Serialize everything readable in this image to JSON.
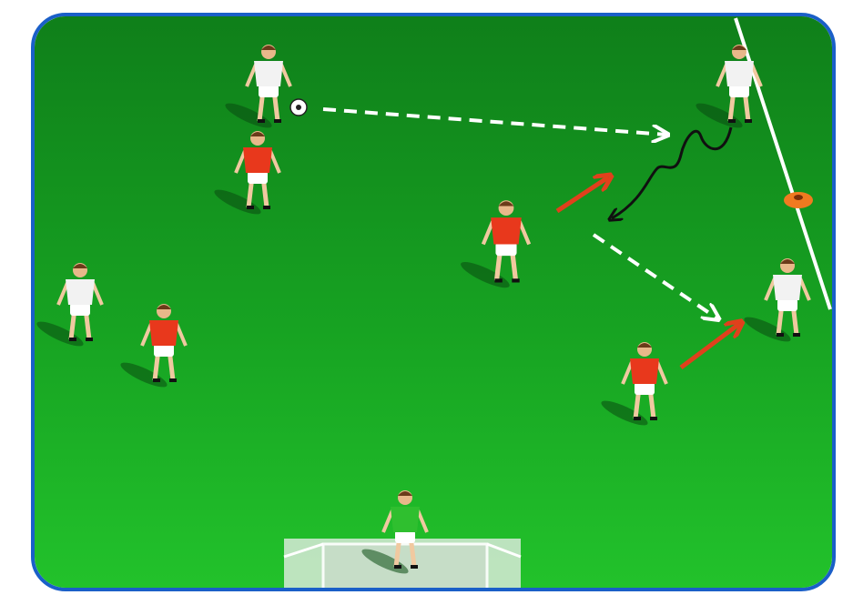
{
  "diagram": {
    "caption": "",
    "colors": {
      "frame": "#1a5fc8",
      "pitch_top": "#0f7f1a",
      "pitch_bottom": "#22c22b",
      "attack_shirt": "#e8381c",
      "defend_shirt": "#f2f2f2",
      "keeper_shirt": "#2fbf2f",
      "pass_arrow": "#ffffff",
      "run_arrow": "#e0401c",
      "dribble_path": "#101010",
      "cone": "#f07a20"
    },
    "players": [
      {
        "id": "white-1",
        "team": "white"
      },
      {
        "id": "red-1",
        "team": "red"
      },
      {
        "id": "red-2",
        "team": "red"
      },
      {
        "id": "white-2",
        "team": "white"
      },
      {
        "id": "white-3",
        "team": "white"
      },
      {
        "id": "red-3",
        "team": "red"
      },
      {
        "id": "white-4",
        "team": "white"
      },
      {
        "id": "red-4",
        "team": "red"
      },
      {
        "id": "keeper",
        "team": "keeper"
      }
    ],
    "icons": [
      "soccer-ball-icon",
      "cone-icon",
      "goal-icon"
    ]
  }
}
